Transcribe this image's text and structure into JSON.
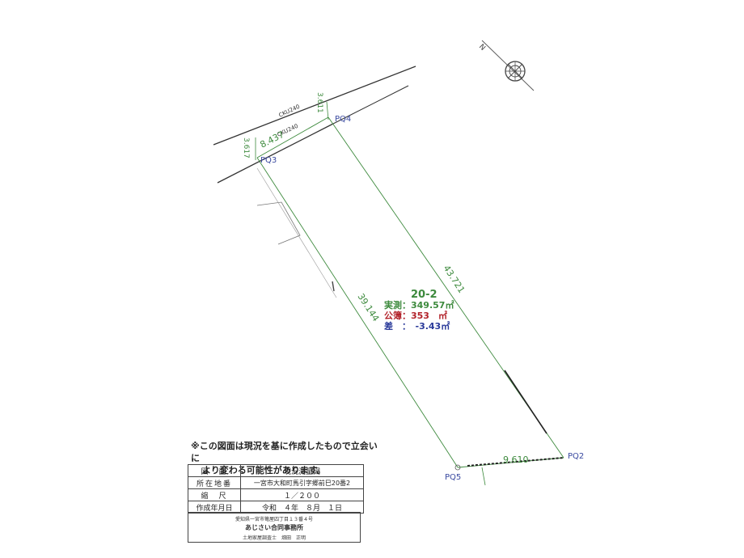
{
  "lot": {
    "id": "20-2",
    "measured": "実測：349.57㎡",
    "registered": "公簿：353　㎡",
    "difference": "差　：　-3.43㎡"
  },
  "points": [
    "PQ2",
    "PQ3",
    "PQ4",
    "PQ5"
  ],
  "dimensions": {
    "top": "8.437",
    "left": "39.144",
    "right": "43.721",
    "bottom": "9.610",
    "road_width_left": "3.617",
    "road_width_right": "3.611"
  },
  "road": {
    "label_outer": "CKU240",
    "label_inner": "CKU240"
  },
  "compass": {
    "north_label": "N"
  },
  "note": {
    "line1": "※この図面は現況を基に作成したもので立会いに",
    "line2": "より変わる可能性があります。"
  },
  "info_table": [
    {
      "key": "図　面",
      "value": "現況測量図"
    },
    {
      "key": "所在地番",
      "value": "一宮市大和町馬引字郷前巳20番2"
    },
    {
      "key": "縮　尺",
      "value": "１／２００"
    },
    {
      "key": "作成年月日",
      "value": "令和　４年　８月　１日"
    }
  ],
  "footer": {
    "line1": "愛知県一宮市篭屋四丁目１３番４号",
    "line2": "あじさい合同事務所",
    "line3": "土地家屋調査士　畑田　正明"
  },
  "colors": {
    "boundary": "#3d8a3d",
    "dimension_text": "#3d8a3d",
    "point_label": "#3a4aa0",
    "registered": "#b2222a",
    "difference": "#2a3a9a",
    "road": "#333333"
  }
}
